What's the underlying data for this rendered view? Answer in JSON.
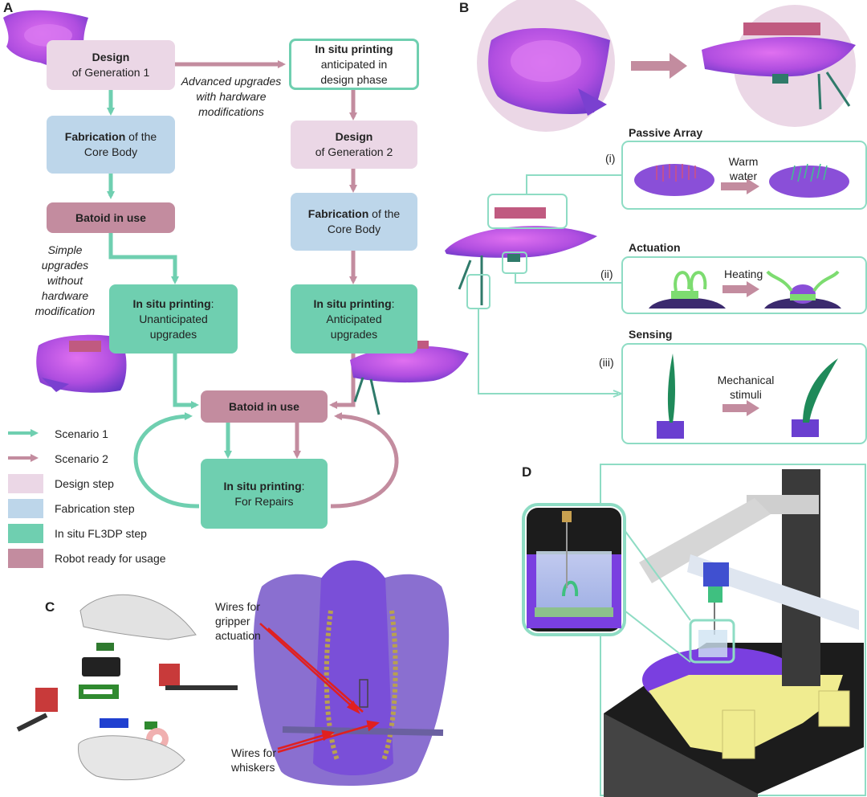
{
  "panels": {
    "a": "A",
    "b": "B",
    "c": "C",
    "d": "D"
  },
  "flow": {
    "design_gen1": {
      "bold": "Design",
      "rest": "of Generation 1"
    },
    "fab_core_1": {
      "bold": "Fabrication",
      "rest1": " of the",
      "rest2": "Core Body"
    },
    "batoid_use_1": "Batoid in use",
    "insitu_unanticipated": {
      "bold": "In situ printing",
      "rest1": "Unanticipated",
      "rest2": "upgrades"
    },
    "insitu_anticipated_design": {
      "bold": "In situ printing",
      "rest1": "anticipated in",
      "rest2": "design phase"
    },
    "design_gen2": {
      "bold": "Design",
      "rest": "of Generation 2"
    },
    "fab_core_2": {
      "bold": "Fabrication",
      "rest1": " of the",
      "rest2": "Core Body"
    },
    "insitu_anticipated": {
      "bold": "In situ printing",
      "rest1": "Anticipated",
      "rest2": "upgrades"
    },
    "batoid_use_main": "Batoid in use",
    "insitu_repairs": {
      "bold": "In situ printing",
      "rest": "For Repairs"
    },
    "advanced_note": [
      "Advanced upgrades",
      "with hardware",
      "modifications"
    ],
    "simple_note": [
      "Simple",
      "upgrades",
      "without",
      "hardware",
      "modification"
    ]
  },
  "legend": [
    {
      "label": "Scenario 1",
      "kind": "arrow",
      "color": "#6fcfb0"
    },
    {
      "label": "Scenario 2",
      "kind": "arrow",
      "color": "#c38c9f"
    },
    {
      "label": "Design step",
      "kind": "swatch",
      "color": "#ebd7e6"
    },
    {
      "label": "Fabrication step",
      "kind": "swatch",
      "color": "#bdd6ea"
    },
    {
      "label": "In situ FL3DP step",
      "kind": "swatch",
      "color": "#6fcfb0"
    },
    {
      "label": "Robot ready for usage",
      "kind": "swatch",
      "color": "#c38c9f"
    }
  ],
  "panel_b": {
    "passive": {
      "title": "Passive Array",
      "roman": "(i)",
      "stim": [
        "Warm",
        "water"
      ]
    },
    "actuation": {
      "title": "Actuation",
      "roman": "(ii)",
      "stim": "Heating"
    },
    "sensing": {
      "title": "Sensing",
      "roman": "(iii)",
      "stim": [
        "Mechanical",
        "stimuli"
      ]
    }
  },
  "panel_c": {
    "gripper_wires": [
      "Wires for",
      "gripper",
      "actuation"
    ],
    "whisker_wires": [
      "Wires for",
      "whiskers"
    ]
  },
  "colors": {
    "teal": "#6fcfb0",
    "mauve": "#c38c9f",
    "purple": "#8a4fd8",
    "magenta": "#c048e0",
    "red": "#e02020"
  }
}
